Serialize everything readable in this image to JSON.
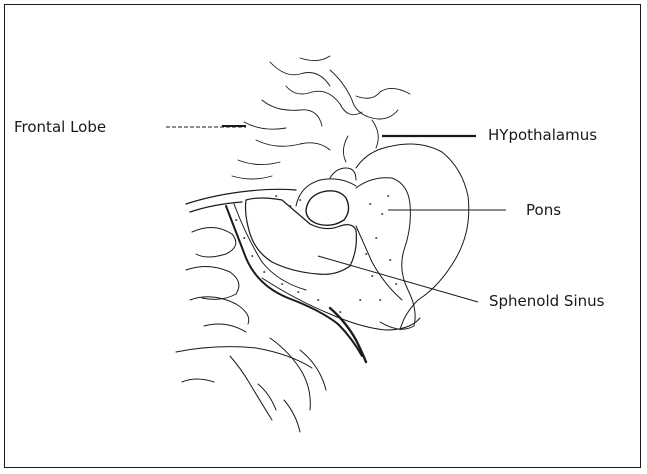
{
  "labels": {
    "frontal_lobe": "Frontal Lobe",
    "hypothalamus": "HYpothalamus",
    "pons": "Pons",
    "sphenoid_sinus": "Sphenold Sinus"
  },
  "colors": {
    "ink": "#1a1a1a",
    "background": "#ffffff"
  }
}
